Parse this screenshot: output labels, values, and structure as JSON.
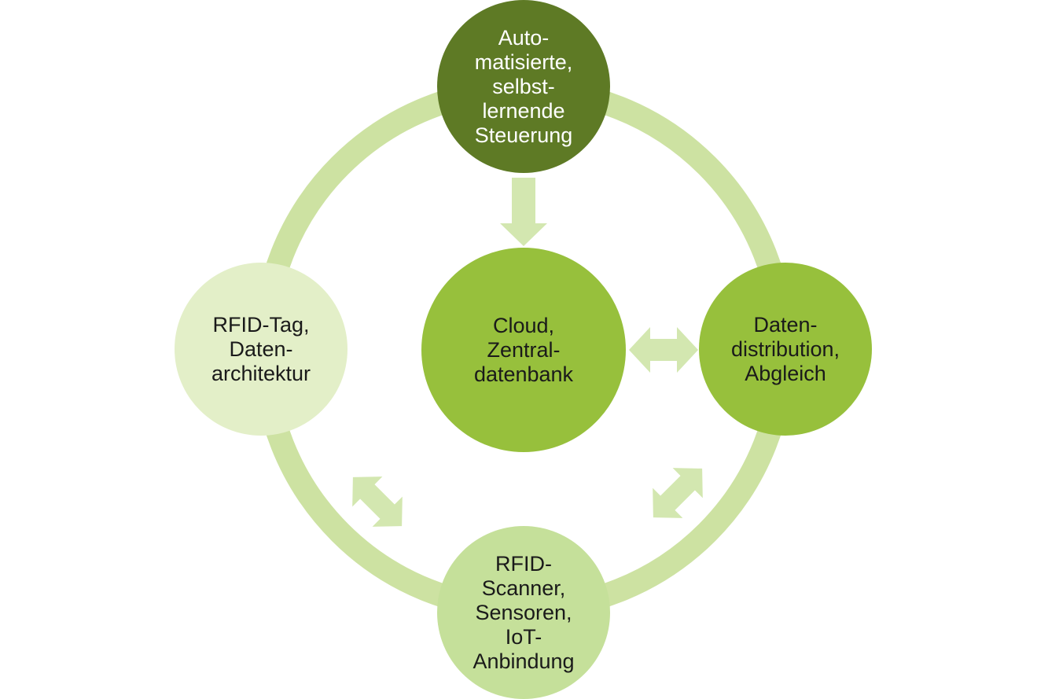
{
  "diagram": {
    "colors": {
      "ring": "#cde2a2",
      "arrow": "#d3e7b0",
      "dark_green": "#5e7a25",
      "mid_green": "#97c03c",
      "light_green": "#c5e09a",
      "pale_green": "#e3efc8"
    },
    "nodes": {
      "top": "Auto-\nmatisierte,\nselbst-\nlernende\nSteuerung",
      "center": "Cloud,\nZentral-\ndatenbank",
      "right": "Daten-\ndistribution,\nAbgleich",
      "bottom": "RFID-\nScanner,\nSensoren,\nIoT-\nAnbindung",
      "left": "RFID-Tag,\nDaten-\narchitektur"
    }
  }
}
